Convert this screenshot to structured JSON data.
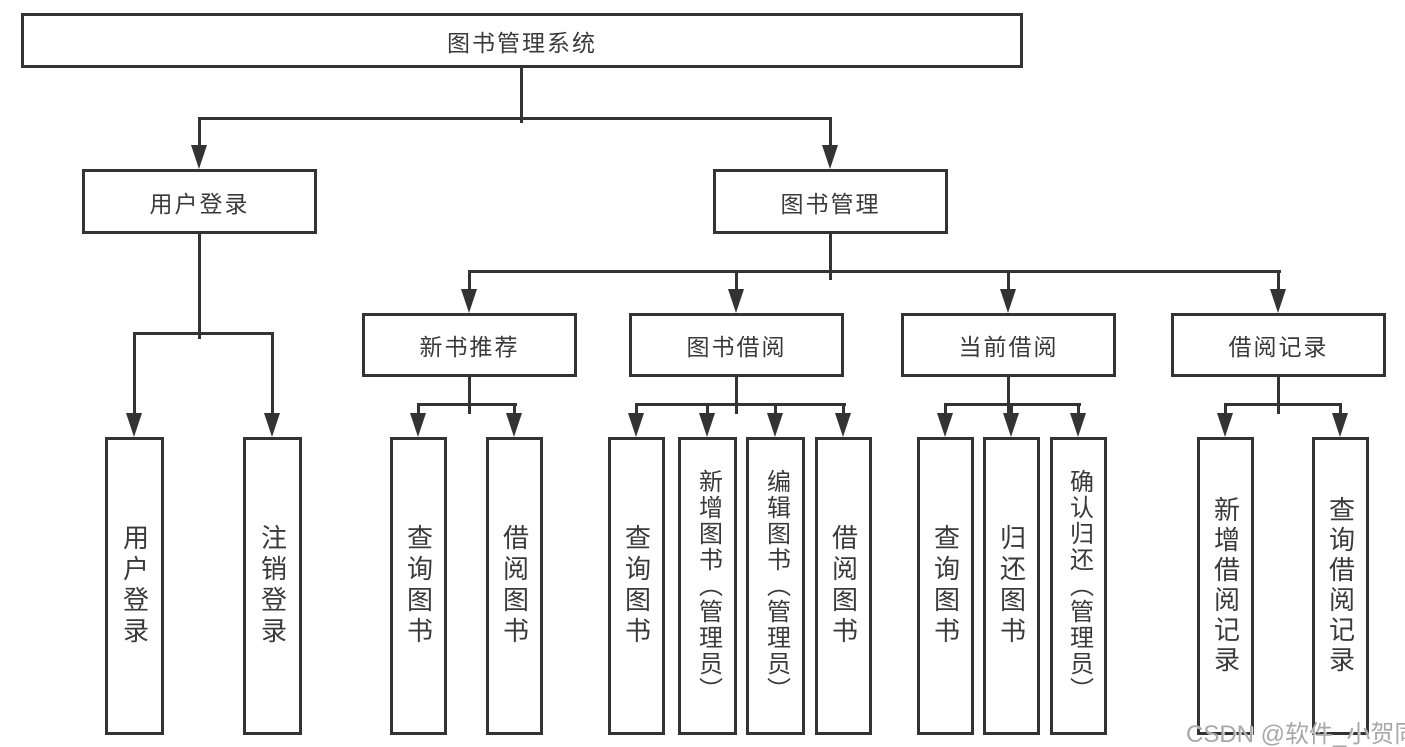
{
  "diagram": {
    "type": "hierarchy-tree",
    "root": {
      "label": "图书管理系统"
    },
    "level2": [
      {
        "id": "user-login",
        "label": "用户登录"
      },
      {
        "id": "book-management",
        "label": "图书管理"
      }
    ],
    "level3": [
      {
        "id": "new-book-recommend",
        "label": "新书推荐",
        "parent": "图书管理"
      },
      {
        "id": "book-borrow",
        "label": "图书借阅",
        "parent": "图书管理"
      },
      {
        "id": "current-borrow",
        "label": "当前借阅",
        "parent": "图书管理"
      },
      {
        "id": "borrow-records",
        "label": "借阅记录",
        "parent": "图书管理"
      }
    ],
    "leaves": [
      {
        "label": "用户登录",
        "parent": "用户登录"
      },
      {
        "label": "注销登录",
        "parent": "用户登录"
      },
      {
        "label": "查询图书",
        "parent": "新书推荐"
      },
      {
        "label": "借阅图书",
        "parent": "新书推荐"
      },
      {
        "label": "查询图书",
        "parent": "图书借阅"
      },
      {
        "label": "新增图书（管理员）",
        "parent": "图书借阅"
      },
      {
        "label": "编辑图书（管理员）",
        "parent": "图书借阅"
      },
      {
        "label": "借阅图书",
        "parent": "图书借阅"
      },
      {
        "label": "查询图书",
        "parent": "当前借阅"
      },
      {
        "label": "归还图书",
        "parent": "当前借阅"
      },
      {
        "label": "确认归还（管理员）",
        "parent": "当前借阅"
      },
      {
        "label": "新增借阅记录",
        "parent": "借阅记录"
      },
      {
        "label": "查询借阅记录",
        "parent": "借阅记录"
      }
    ]
  },
  "watermark": "CSDN @软件_小贺同学",
  "colors": {
    "line": "#333333",
    "text": "#3a3a3a",
    "watermark": "#a8a8a8",
    "background": "#ffffff"
  }
}
